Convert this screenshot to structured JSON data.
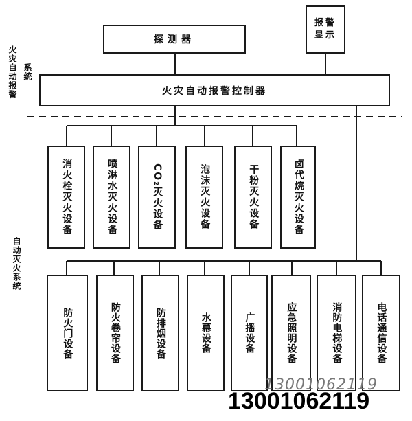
{
  "side_labels": {
    "system_top": "火灾自动报警",
    "system_suffix": "系统",
    "auto_extinguish": "自动灭火系统"
  },
  "nodes": {
    "detector": "探测器",
    "alarm_display": "报警显示",
    "controller": "火灾自动报警控制器"
  },
  "extinguishing_equipment": [
    "消火栓灭火设备",
    "喷淋水灭火设备",
    "CO₂灭火设备",
    "泡沫灭火设备",
    "干粉灭火设备",
    "卤代烷灭火设备"
  ],
  "linkage_equipment": [
    "防火门设备",
    "防火卷帘设备",
    "防排烟设备",
    "水幕设备",
    "广播设备",
    "应急照明设备",
    "消防电梯设备",
    "电话通信设备"
  ],
  "watermark": {
    "small": "13001062119",
    "large": "13001062119"
  }
}
